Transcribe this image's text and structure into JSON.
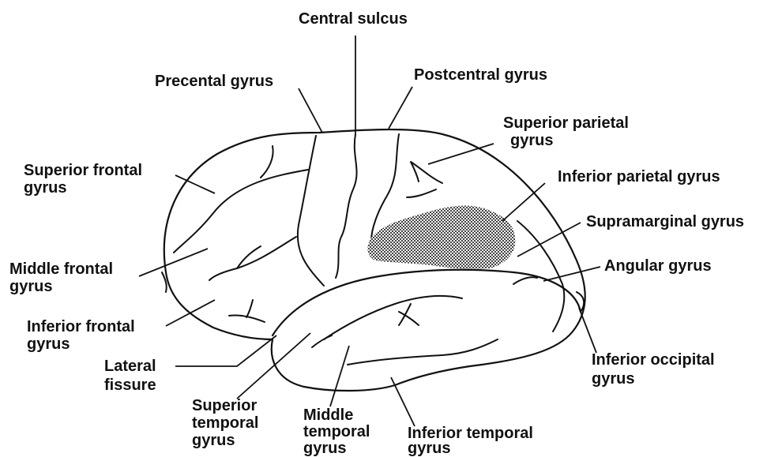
{
  "labels": {
    "central_sulcus": "Central sulcus",
    "precentral_gyrus": "Precental gyrus",
    "postcentral_gyrus": "Postcentral gyrus",
    "superior_parietal_gyrus": [
      "Superior parietal",
      "gyrus"
    ],
    "superior_frontal_gyrus": [
      "Superior frontal",
      "gyrus"
    ],
    "inferior_parietal_gyrus": "Inferior parietal gyrus",
    "supramarginal_gyrus": "Supramarginal gyrus",
    "middle_frontal_gyrus": [
      "Middle frontal",
      "gyrus"
    ],
    "angular_gyrus": "Angular gyrus",
    "inferior_frontal_gyrus": [
      "Inferior frontal",
      "gyrus"
    ],
    "lateral_fissure": [
      "Lateral",
      "fissure"
    ],
    "inferior_occipital_gyrus": [
      "Inferior occipital",
      "gyrus"
    ],
    "superior_temporal_gyrus": [
      "Superior",
      "temporal",
      "gyrus"
    ],
    "middle_temporal_gyrus": [
      "Middle",
      "temporal",
      "gyrus"
    ],
    "inferior_temporal_gyrus": [
      "Inferior temporal",
      "gyrus"
    ]
  },
  "colors": {
    "ink": "#111111",
    "background": "#ffffff",
    "shaded_region": "#8c8c8c"
  }
}
